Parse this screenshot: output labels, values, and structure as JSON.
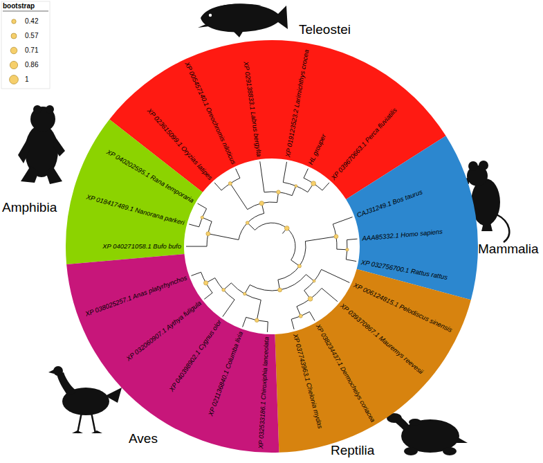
{
  "diagram": {
    "nodes": [
      {
        "text": [
          "Teleostei",
          "XP 023615099.1 Oryzias latipes",
          "XP 005457140.1 Oreochromis niloticus",
          "XP 029138833.1 Labrus bergylta",
          "XP 019123523.2 Larimichthys crocea",
          "HL grouper",
          "XP 039670663.1 Perca fluviatilis"
        ]
      },
      {
        "text": [
          "Amphibia",
          "XP 040202595.1 Rana temporaria",
          "XP 018417489.1 Nanorana parkeri",
          "XP 040271058.1 Bufo bufo"
        ]
      },
      {
        "text": [
          "Mammalia",
          "CAJ31249.1 Bos taurus",
          "AAA85332.1 Homo sapiens",
          "XP 032756700.1 Rattus rattus"
        ]
      },
      {
        "text": [
          "Reptilia",
          "XP 006124815.1 Pelodiscus sinensis",
          "XP 039370867.1 Mauremys reevesii",
          "XP 038234437.1 Dermochelys coriacea",
          "XP 037743963.1 Chelonia mydas"
        ]
      },
      {
        "text": [
          "Aves",
          "XP 038025257.1 Anas platyrhynchos",
          "XP 032060907.1 Aythya fuligula",
          "XP 040398902.1 Cygnus olor",
          "XP 021136840.1 Columba livia",
          "XP 032533186.1 Chiroxiphia lanceolata"
        ]
      }
    ],
    "labels": [
      "bootstrap"
    ],
    "legend": [
      {
        "text": "0.42"
      },
      {
        "text": "0.57"
      },
      {
        "text": "0.71"
      },
      {
        "text": "0.86"
      },
      {
        "text": "1"
      }
    ]
  }
}
